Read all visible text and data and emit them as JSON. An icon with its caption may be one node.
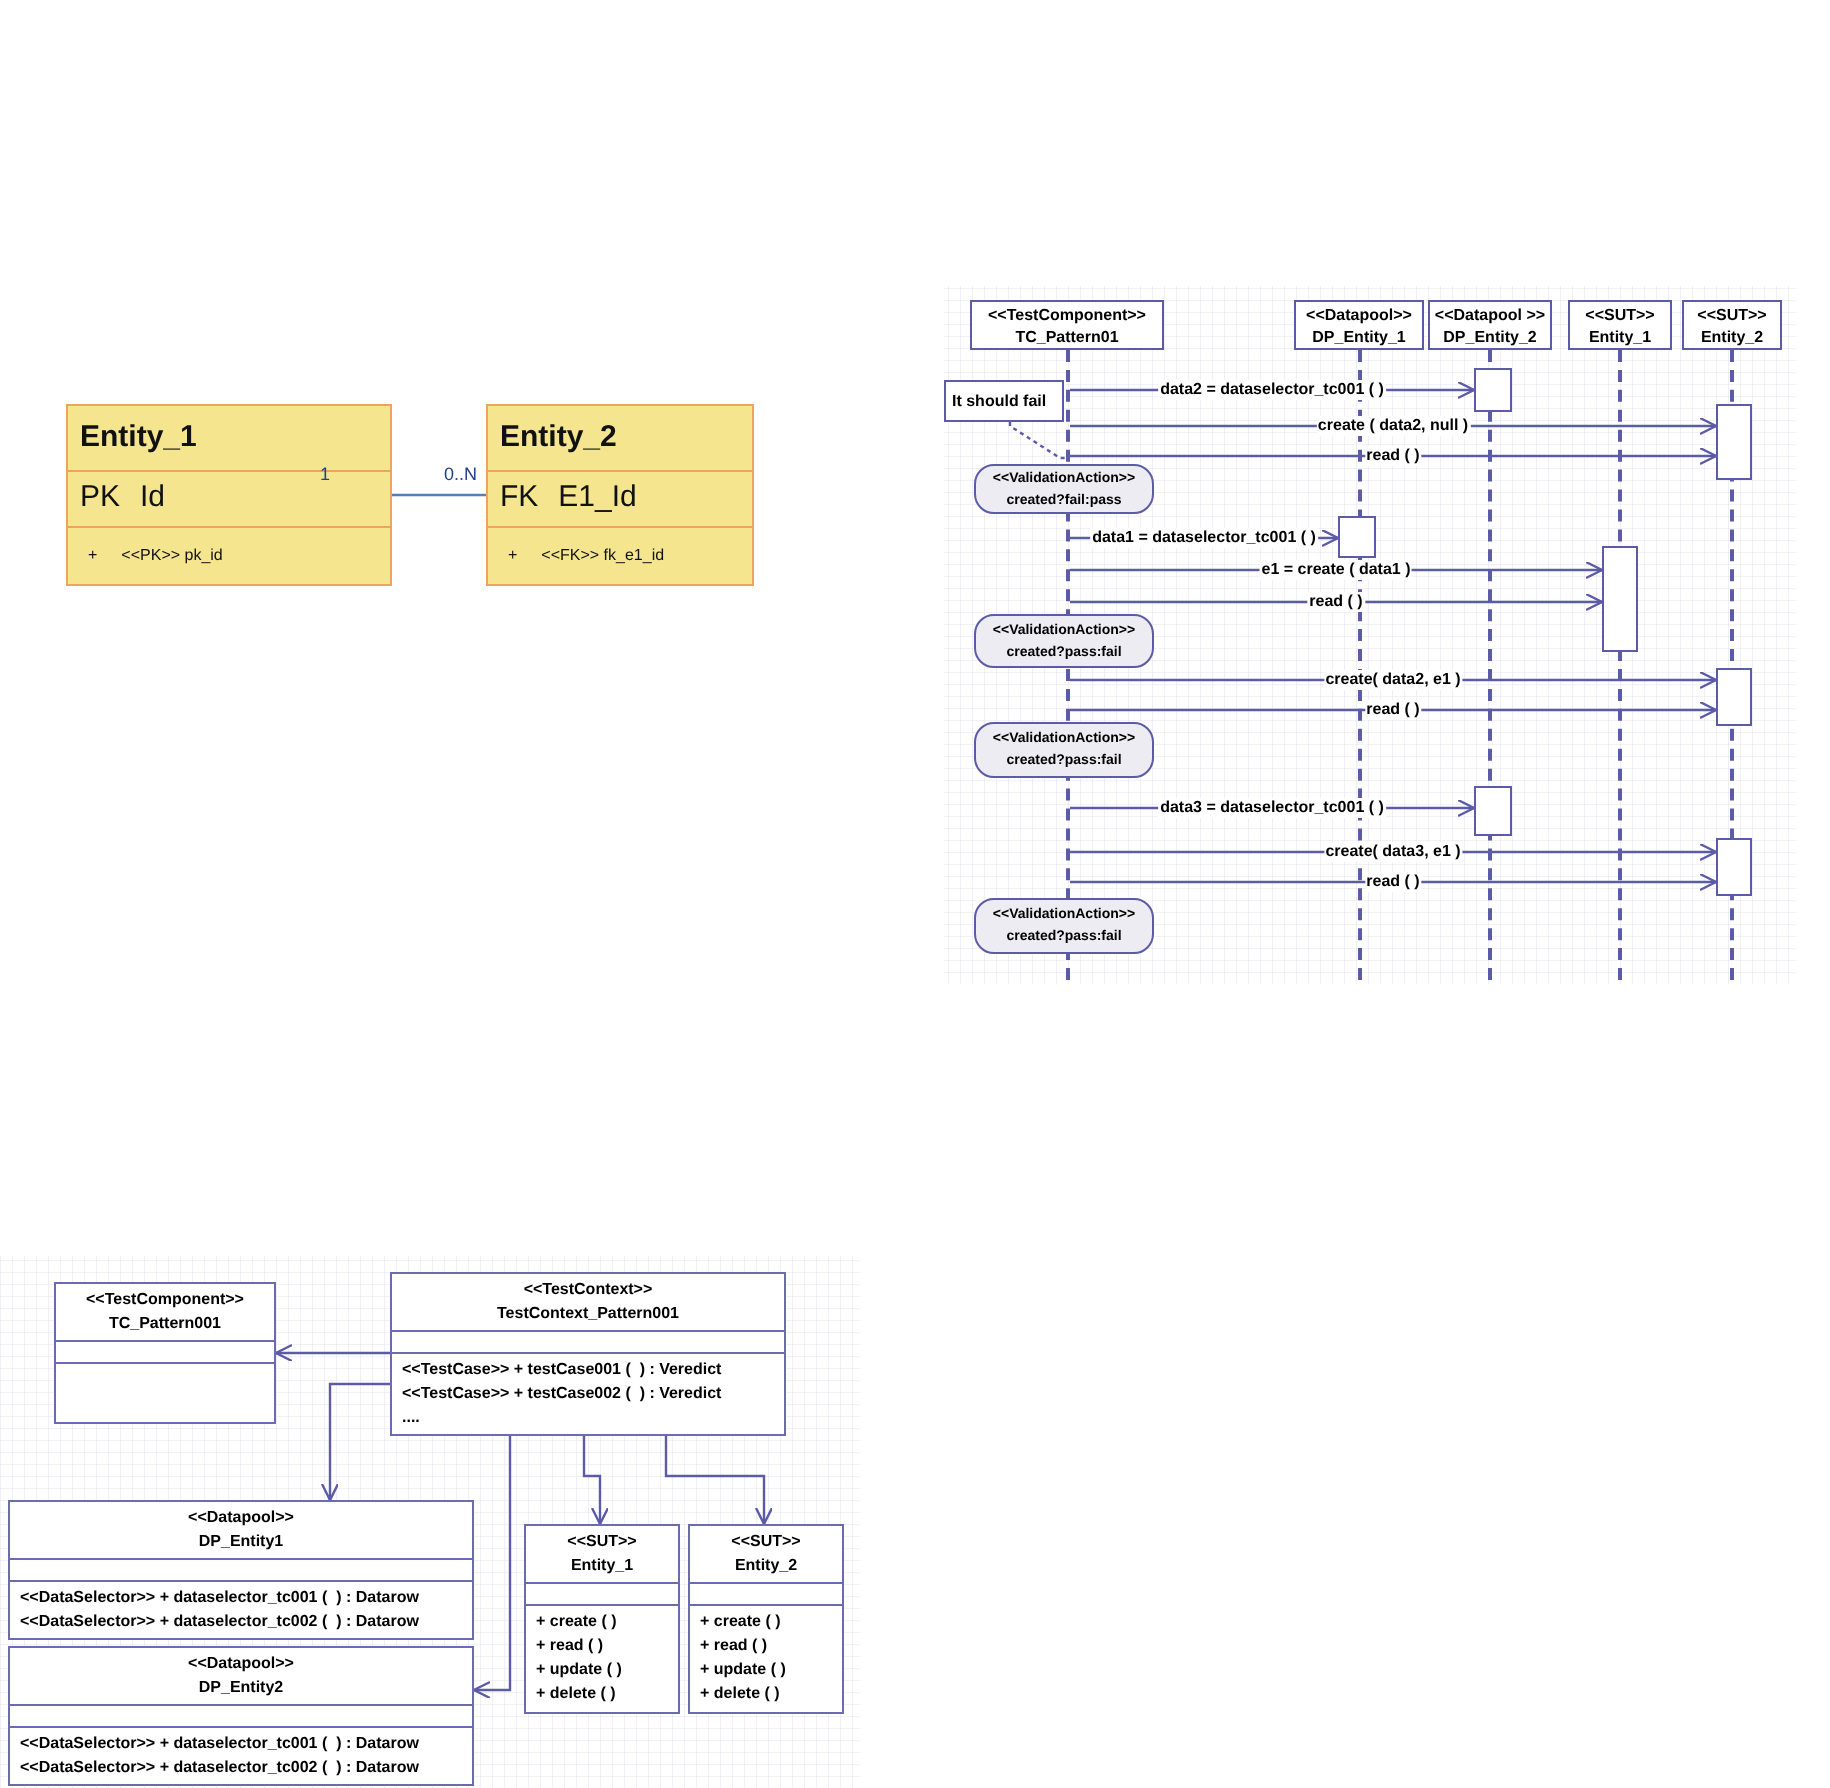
{
  "diagram": {
    "nodes": [
      {
        "text": [
          "Entity_1",
          "PK",
          "Id",
          "+",
          "<<PK>> pk_id"
        ]
      },
      {
        "text": [
          "Entity_2",
          "FK",
          "E1_Id",
          "+",
          "<<FK>> fk_e1_id"
        ]
      },
      {
        "text": [
          "<<TestComponent>>",
          "TC_Pattern01"
        ]
      },
      {
        "text": [
          "<<Datapool>>",
          "DP_Entity_1"
        ]
      },
      {
        "text": [
          "<<Datapool >>",
          "DP_Entity_2"
        ]
      },
      {
        "text": [
          "<<SUT>>",
          "Entity_1"
        ]
      },
      {
        "text": [
          "<<SUT>>",
          "Entity_2"
        ]
      },
      {
        "text": [
          "It should fail"
        ]
      },
      {
        "text": [
          "<<ValidationAction>>",
          "created?fail:pass"
        ]
      },
      {
        "text": [
          "<<ValidationAction>>",
          "created?pass:fail"
        ]
      },
      {
        "text": [
          "<<ValidationAction>>",
          "created?pass:fail"
        ]
      },
      {
        "text": [
          "<<ValidationAction>>",
          "created?pass:fail"
        ]
      },
      {
        "text": [],
        "shape": "bar"
      },
      {
        "text": [],
        "shape": "bar"
      },
      {
        "text": [],
        "shape": "bar"
      },
      {
        "text": [],
        "shape": "bar"
      },
      {
        "text": [],
        "shape": "bar"
      },
      {
        "text": [],
        "shape": "bar"
      },
      {
        "text": [],
        "shape": "bar"
      },
      {
        "text": [
          "<<TestComponent>>",
          "TC_Pattern001"
        ]
      },
      {
        "text": [
          "<<TestContext>>",
          "TestContext_Pattern001",
          "<<TestCase>> + testCase001 (  ) : Veredict",
          "<<TestCase>> + testCase002 (  ) : Veredict",
          "...."
        ]
      },
      {
        "text": [
          "<<Datapool>>",
          "DP_Entity1",
          "<<DataSelector>> + dataselector_tc001 (  ) : Datarow",
          "<<DataSelector>> + dataselector_tc002 (  ) : Datarow"
        ]
      },
      {
        "text": [
          "<<Datapool>>",
          "DP_Entity2",
          "<<DataSelector>> + dataselector_tc001 (  ) : Datarow",
          "<<DataSelector>> + dataselector_tc002 (  ) : Datarow"
        ]
      },
      {
        "text": [
          "<<SUT>>",
          "Entity_1",
          "+ create ( )",
          "+ read ( )",
          "+ update ( )",
          "+ delete ( )"
        ]
      },
      {
        "text": [
          "<<SUT>>",
          "Entity_2",
          "+ create ( )",
          "+ read ( )",
          "+ update ( )",
          "+ delete ( )"
        ]
      },
      {
        "text": [],
        "shape": "line"
      },
      {
        "text": [],
        "shape": "line"
      },
      {
        "text": [],
        "shape": "line"
      },
      {
        "text": [],
        "shape": "line"
      },
      {
        "text": [],
        "shape": "line"
      }
    ],
    "edges": [
      {
        "from": 0,
        "to": 1,
        "arrow": "none",
        "color": "#4f81bd"
      },
      {
        "from": 25,
        "to": 12,
        "arrow": "to",
        "label": "data2 = dataselector_tc001 ( )"
      },
      {
        "from": 25,
        "to": 13,
        "arrow": "to",
        "label": "create ( data2, null )"
      },
      {
        "from": 25,
        "to": 13,
        "arrow": "to",
        "label": "read ( )"
      },
      {
        "from": 25,
        "to": 14,
        "arrow": "to",
        "label": "data1 = dataselector_tc001 ( )"
      },
      {
        "from": 25,
        "to": 15,
        "arrow": "to",
        "label": "e1 = create ( data1 )"
      },
      {
        "from": 25,
        "to": 15,
        "arrow": "to",
        "label": "read ( )"
      },
      {
        "from": 25,
        "to": 16,
        "arrow": "to",
        "label": "create( data2, e1 )"
      },
      {
        "from": 25,
        "to": 16,
        "arrow": "to",
        "label": "read ( )"
      },
      {
        "from": 25,
        "to": 17,
        "arrow": "to",
        "label": "data3 = dataselector_tc001 ( )"
      },
      {
        "from": 25,
        "to": 18,
        "arrow": "to",
        "label": "create( data3, e1 )"
      },
      {
        "from": 25,
        "to": 18,
        "arrow": "to",
        "label": "read ( )"
      },
      {
        "from": 7,
        "to": 25,
        "arrow": "none",
        "style": "dashed"
      },
      {
        "from": 20,
        "to": 19,
        "arrow": "to"
      },
      {
        "from": 20,
        "to": 21,
        "arrow": "to"
      },
      {
        "from": 20,
        "to": 22,
        "arrow": "to"
      },
      {
        "from": 20,
        "to": 23,
        "arrow": "to"
      },
      {
        "from": 20,
        "to": 24,
        "arrow": "to"
      }
    ],
    "labels": [
      "1",
      "0..N"
    ]
  }
}
